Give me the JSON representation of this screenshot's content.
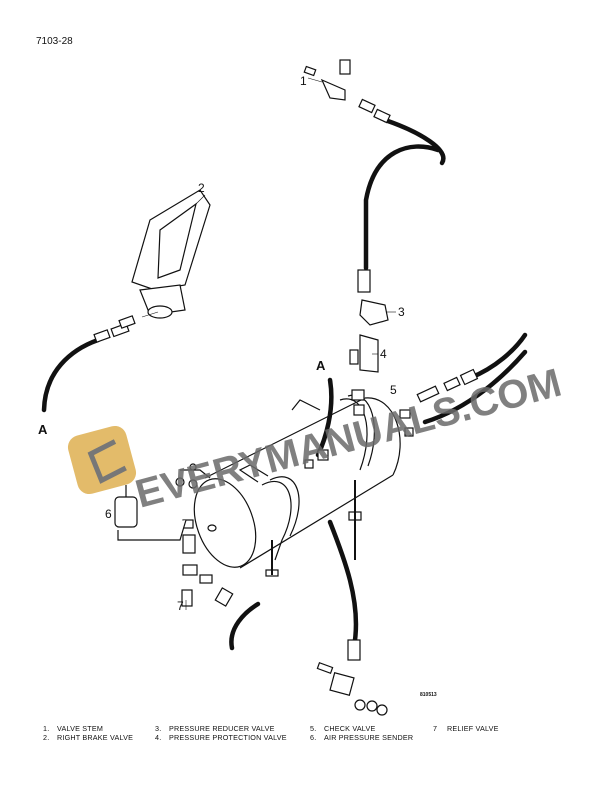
{
  "page_number": "7103-28",
  "figure_number": "810513",
  "reference_label": "A",
  "callouts": [
    "1",
    "2",
    "3",
    "4",
    "5",
    "6",
    "7"
  ],
  "legend": [
    {
      "num": "1.",
      "label": "VALVE STEM"
    },
    {
      "num": "2.",
      "label": "RIGHT BRAKE VALVE"
    },
    {
      "num": "3.",
      "label": "PRESSURE REDUCER VALVE"
    },
    {
      "num": "4.",
      "label": "PRESSURE PROTECTION VALVE"
    },
    {
      "num": "5.",
      "label": "CHECK VALVE"
    },
    {
      "num": "6.",
      "label": "AIR PRESSURE SENDER"
    },
    {
      "num": "7",
      "label": "RELIEF VALVE"
    }
  ],
  "watermark": {
    "text": "EVERYMANUALS.COM",
    "logo_color": "#e0b45a",
    "text_color": "#6b6b6b"
  }
}
